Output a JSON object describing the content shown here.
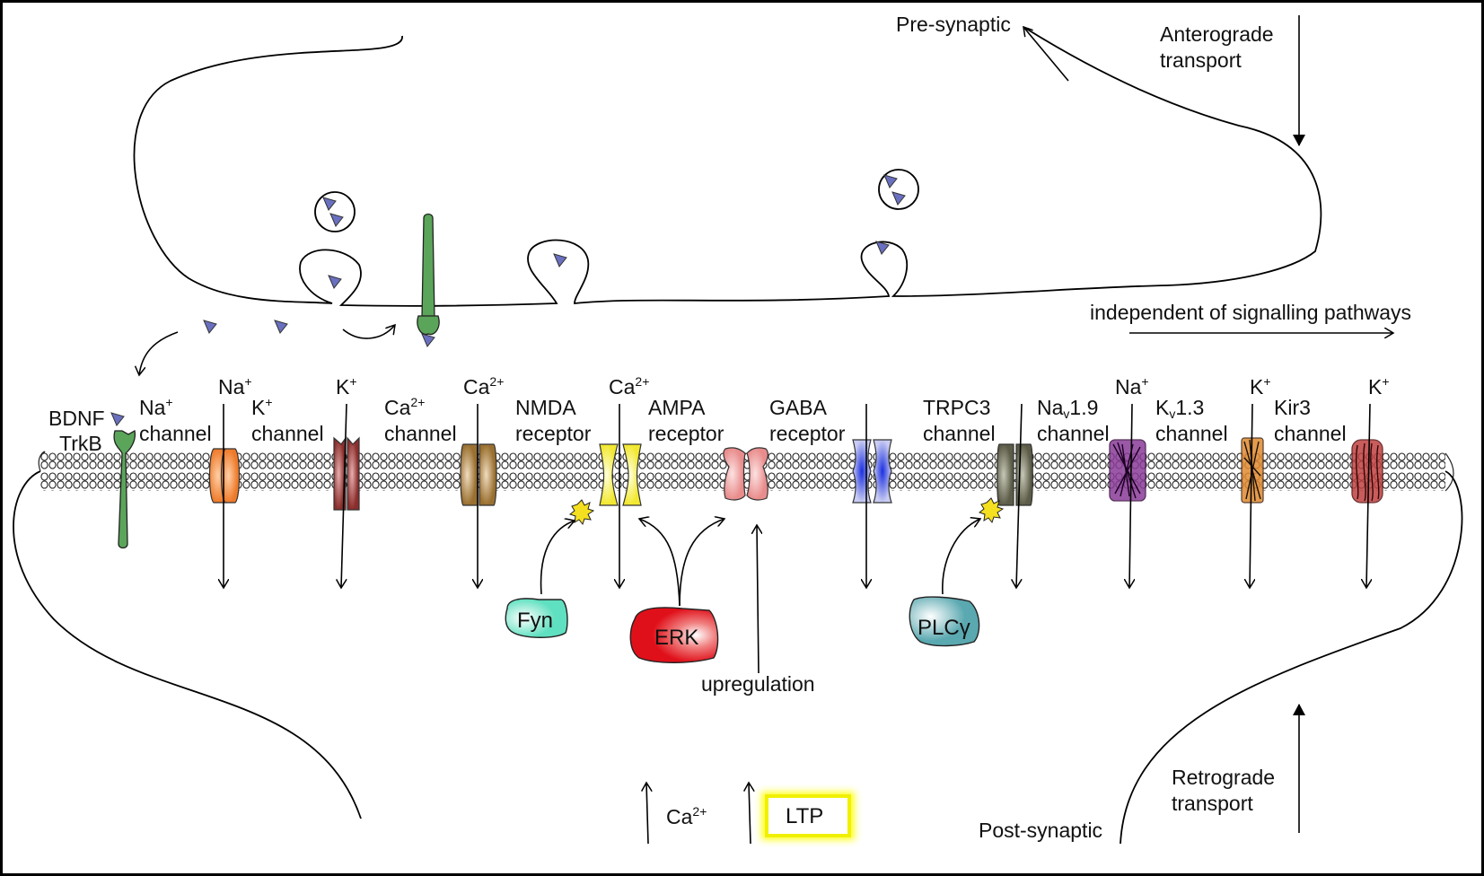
{
  "labels": {
    "pre_synaptic": "Pre-synaptic",
    "anterograde": [
      "Anterograde",
      "transport"
    ],
    "independent": "independent of signalling pathways",
    "bdnf": "BDNF",
    "trkb": "TrkB",
    "na_channel": [
      "Na",
      "+",
      "channel"
    ],
    "k_channel": [
      "K",
      "+",
      "channel"
    ],
    "ca_channel": [
      "Ca",
      "2+",
      "channel"
    ],
    "nmda": [
      "NMDA",
      "receptor"
    ],
    "ampa": [
      "AMPA",
      "receptor"
    ],
    "gaba": [
      "GABA",
      "receptor"
    ],
    "trpc3": [
      "TRPC3",
      "channel"
    ],
    "nav19": [
      "Na",
      "v",
      "1.9",
      "channel"
    ],
    "kv13": [
      "K",
      "v",
      "1.3",
      "channel"
    ],
    "kir3": [
      "Kir3",
      "channel"
    ],
    "ion_na": [
      "Na",
      "+"
    ],
    "ion_k": [
      "K",
      "+"
    ],
    "ion_ca": [
      "Ca",
      "2+"
    ],
    "ion_na2": [
      "Na",
      "+"
    ],
    "ion_k2": [
      "K",
      "+"
    ],
    "ion_k3": [
      "K",
      "+"
    ],
    "ion_ca_nmda": [
      "Ca",
      "2+"
    ],
    "fyn": "Fyn",
    "erk": "ERK",
    "plc": "PLCγ",
    "upregulation": "upregulation",
    "ca_up": [
      "Ca",
      "2+"
    ],
    "ltp": "LTP",
    "retrograde": [
      "Retrograde",
      "transport"
    ],
    "post_synaptic": "Post-synaptic"
  },
  "colors": {
    "trkb": "#5aa55a",
    "na_channel": "#f08a3c",
    "k_channel": "#a84a48",
    "ca_channel": "#b58a4e",
    "nmda": "#f6ee55",
    "ampa": "#f1a3a3",
    "gaba": "#3f55e0",
    "trpc3": "#7d7c66",
    "nav19": "#8a3c98",
    "kv13": "#e08a30",
    "kir3": "#c04040",
    "fyn": "#7fe8cf",
    "erk": "#e8202a",
    "plc": "#7fc0c8",
    "ltp": "#ffff30",
    "bdnf": "#6a70c0"
  }
}
